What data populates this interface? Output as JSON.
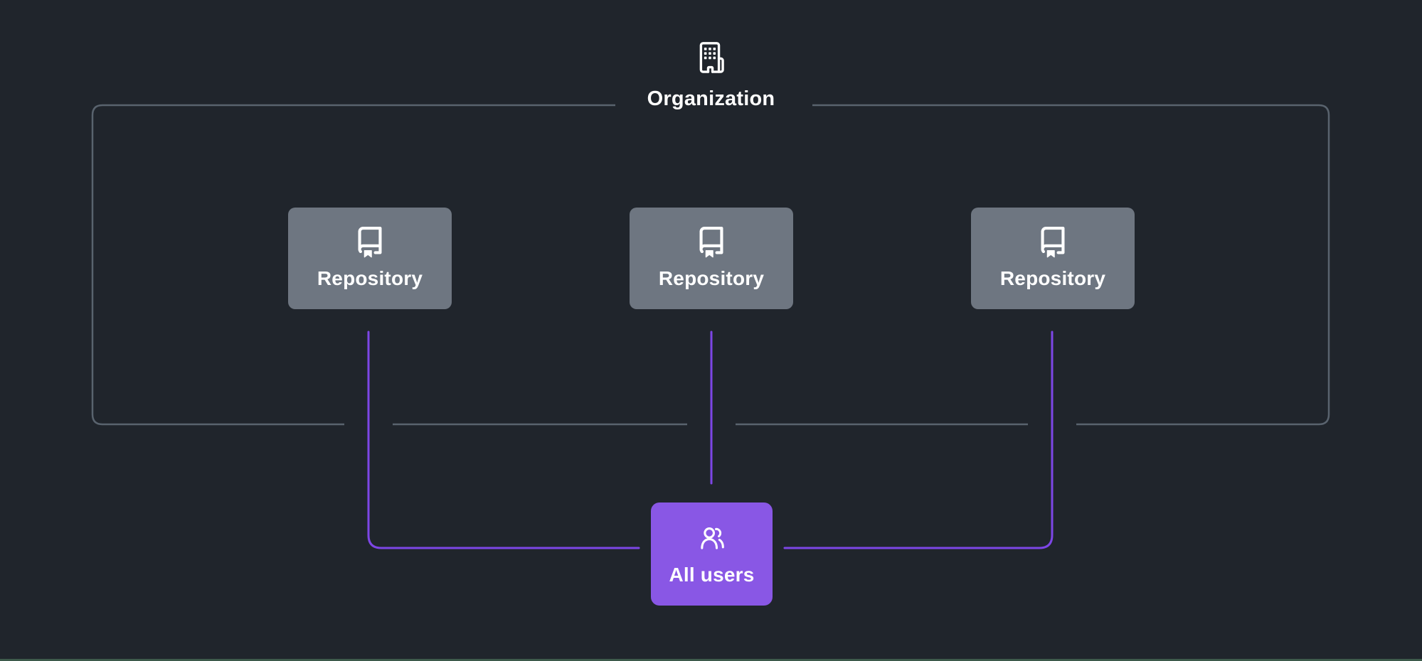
{
  "organization": {
    "label": "Organization",
    "icon": "building-icon"
  },
  "repositories": [
    {
      "label": "Repository",
      "icon": "repo-book-icon"
    },
    {
      "label": "Repository",
      "icon": "repo-book-icon"
    },
    {
      "label": "Repository",
      "icon": "repo-book-icon"
    }
  ],
  "all_users": {
    "label": "All users",
    "icon": "people-icon"
  },
  "colors": {
    "background": "#20252c",
    "boundary_border": "#59636e",
    "repository_fill": "#6e7681",
    "users_fill": "#8957e5",
    "connector": "#7d46e6",
    "text": "#ffffff",
    "bottom_strip": "#3d5a4b"
  }
}
